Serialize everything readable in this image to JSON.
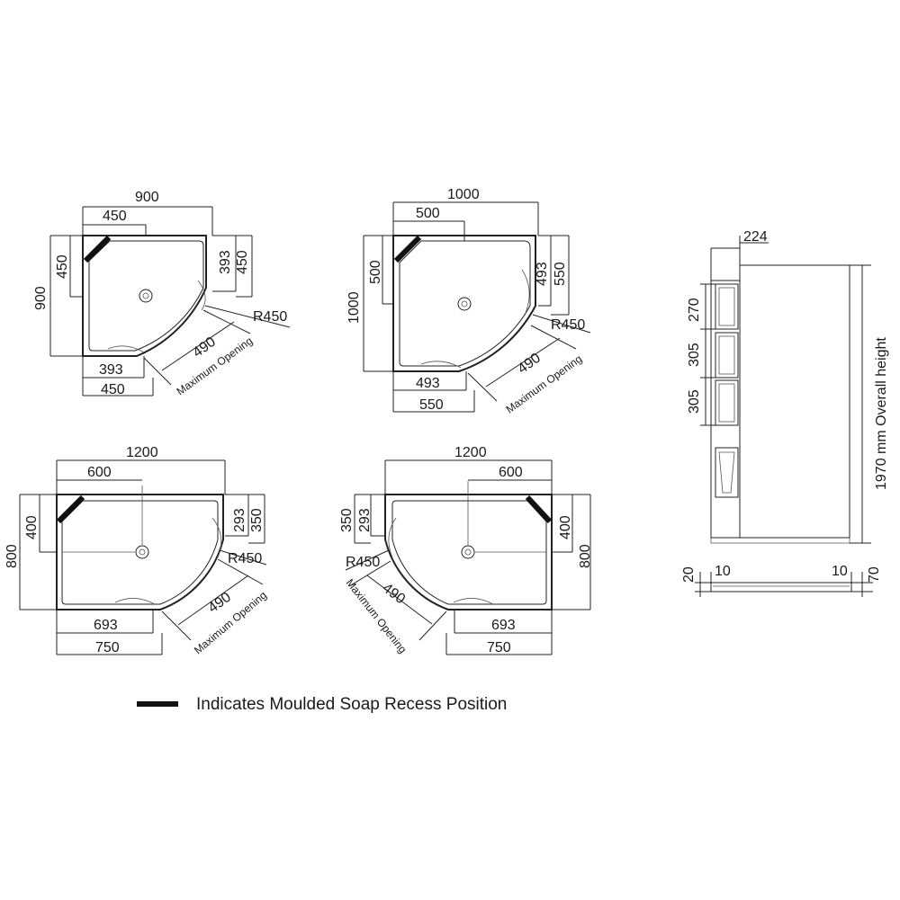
{
  "tray_900": {
    "width": "900",
    "half_width": "450",
    "side_open": "393",
    "right_half": "450",
    "depth": "900",
    "left_half": "450",
    "right_open": "393",
    "radius": "R450",
    "max_open": "490",
    "max_open_label": "Maximum Opening",
    "bottom_open": "393",
    "bottom_half": "450"
  },
  "tray_1000": {
    "width": "1000",
    "half_width": "500",
    "right_open": "493",
    "right_half": "550",
    "depth": "1000",
    "left_half": "500",
    "radius": "R450",
    "max_open": "490",
    "max_open_label": "Maximum Opening",
    "bottom_open": "493",
    "bottom_half": "550"
  },
  "tray_1200_left": {
    "width": "1200",
    "half_width": "600",
    "depth": "800",
    "left_depth": "400",
    "right_open": "293",
    "right_depth": "350",
    "radius": "R450",
    "max_open": "490",
    "max_open_label": "Maximum Opening",
    "bottom_open": "693",
    "bottom_half": "750"
  },
  "tray_1200_right": {
    "width": "1200",
    "half_width": "600",
    "depth": "800",
    "right_depth": "400",
    "left_open": "293",
    "left_depth": "350",
    "radius": "R450",
    "max_open": "490",
    "max_open_label": "Maximum Opening",
    "bottom_open": "693",
    "bottom_half": "750"
  },
  "elevation": {
    "top_width": "224",
    "shelf_1": "270",
    "shelf_2": "305",
    "shelf_3": "305",
    "overall_height": "1970 mm Overall height"
  },
  "tray_section": {
    "left_height": "20",
    "left_lip": "10",
    "right_lip": "10",
    "right_height": "70"
  },
  "legend": {
    "text": "Indicates Moulded Soap Recess Position"
  }
}
